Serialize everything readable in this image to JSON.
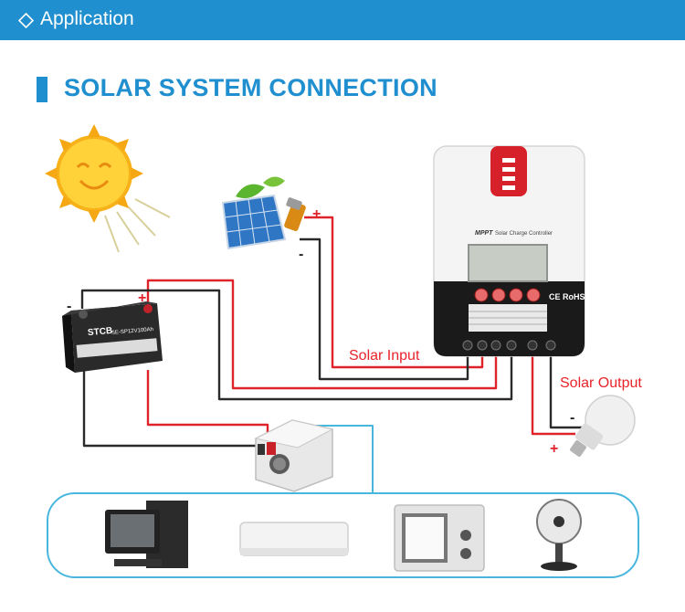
{
  "header": {
    "icon": "diamond-outline-icon",
    "text": "Application",
    "color": "#1f8fcf"
  },
  "section": {
    "title": "SOLAR SYSTEM CONNECTION"
  },
  "controller": {
    "name": "MPPT",
    "subtitle": "Solar Charge Controller",
    "marks": "CE RoHS",
    "button_labels": [
      "",
      "",
      "",
      ""
    ]
  },
  "battery": {
    "brand": "STCB",
    "model": "SE-SP12V100Ah"
  },
  "labels": {
    "solar_input": "Solar Input",
    "solar_output": "Solar Output",
    "plus": "+",
    "minus": "-"
  },
  "loads": [
    "computer",
    "air-conditioner",
    "microwave-oven",
    "electric-fan"
  ],
  "colors": {
    "positive_wire": "#e0232a",
    "negative_wire": "#2a2a2a",
    "link": "#49b6dd"
  }
}
